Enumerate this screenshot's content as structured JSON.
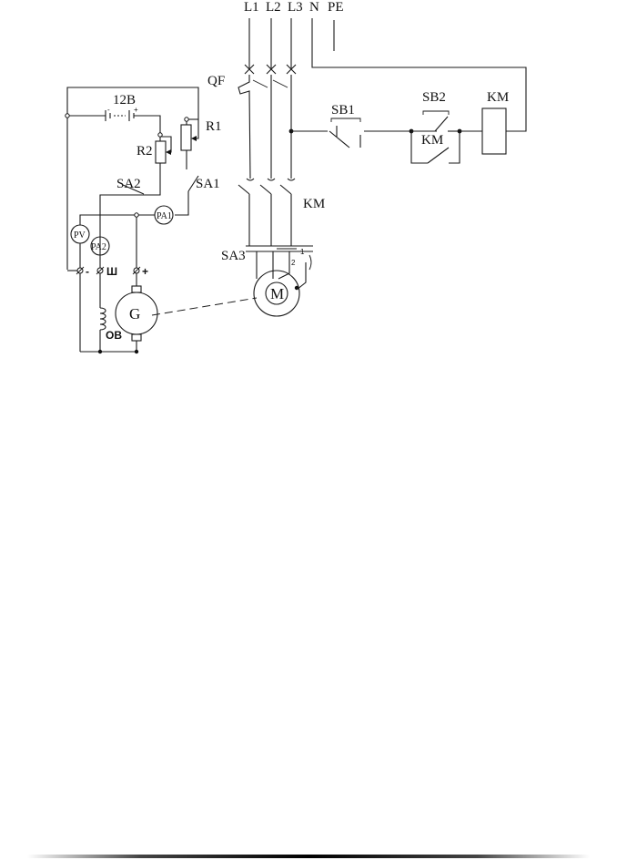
{
  "labels": {
    "l1": "L1",
    "l2": "L2",
    "l3": "L3",
    "n": "N",
    "pe": "PE",
    "qf": "QF",
    "sb1": "SB1",
    "sb2": "SB2",
    "km_coil": "KM",
    "km_hold": "KM",
    "km_main": "KM",
    "battery": "12В",
    "r1": "R1",
    "r2": "R2",
    "sa1": "SA1",
    "sa2": "SA2",
    "sa3": "SA3",
    "pa1": "PA1",
    "pa2": "PA2",
    "pv": "PV",
    "term_minus": "-",
    "term_sh": "Ш",
    "term_plus": "+",
    "g": "G",
    "m": "M",
    "ov": "ОВ",
    "sa3_pos1": "1",
    "sa3_pos2": "2",
    "bat_minus": "-",
    "bat_plus": "+"
  }
}
